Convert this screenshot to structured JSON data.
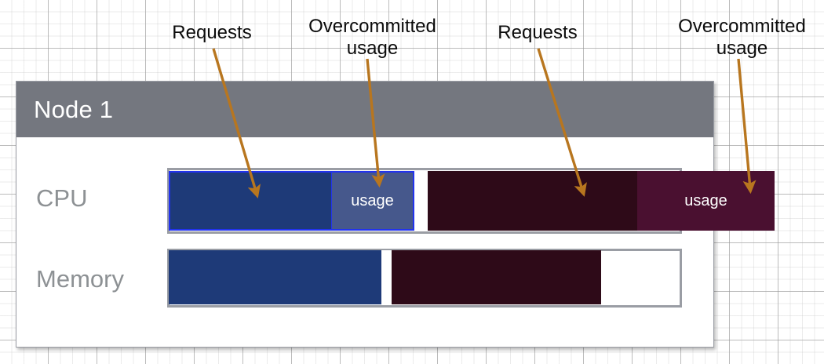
{
  "diagram": {
    "title_visible": false,
    "background": "graph-paper-grid",
    "colors": {
      "header_gray": "#74777f",
      "frame_gray": "#9a9da4",
      "label_gray": "#8d9194",
      "requests_blue": "#1e3a78",
      "overcommitted_blue": "#46588c",
      "blue_outline": "#2233ee",
      "usage_maroon": "#2e0a18",
      "overcommitted_maroon": "#4a1030",
      "arrow_orange": "#b8761f",
      "text_black": "#0b0b0b",
      "white": "#ffffff"
    }
  },
  "card": {
    "header_title": "Node 1"
  },
  "rows": [
    {
      "label": "CPU",
      "segments": [
        {
          "name": "requests",
          "text": "",
          "color": "#1e3a78"
        },
        {
          "name": "overcommitted-usage",
          "text": "usage",
          "color": "#46588c"
        },
        {
          "name": "gap",
          "text": "",
          "color": "#ffffff"
        },
        {
          "name": "usage",
          "text": "",
          "color": "#2e0a18"
        },
        {
          "name": "overcommitted-usage",
          "text": "usage",
          "color": "#4a1030"
        }
      ]
    },
    {
      "label": "Memory",
      "segments": [
        {
          "name": "requests",
          "text": "",
          "color": "#1e3a78"
        },
        {
          "name": "gap",
          "text": "",
          "color": "#ffffff"
        },
        {
          "name": "usage",
          "text": "",
          "color": "#2e0a18"
        }
      ]
    }
  ],
  "annotations": [
    {
      "text": "Requests",
      "target": "cpu-requests-blue"
    },
    {
      "text": "Overcommitted\nusage",
      "target": "cpu-overcommitted-blue"
    },
    {
      "text": "Requests",
      "target": "cpu-usage-maroon"
    },
    {
      "text": "Overcommitted\nusage",
      "target": "cpu-overcommitted-maroon"
    }
  ],
  "segment_labels": {
    "cpu_blue_usage": "usage",
    "cpu_maroon_usage": "usage"
  }
}
